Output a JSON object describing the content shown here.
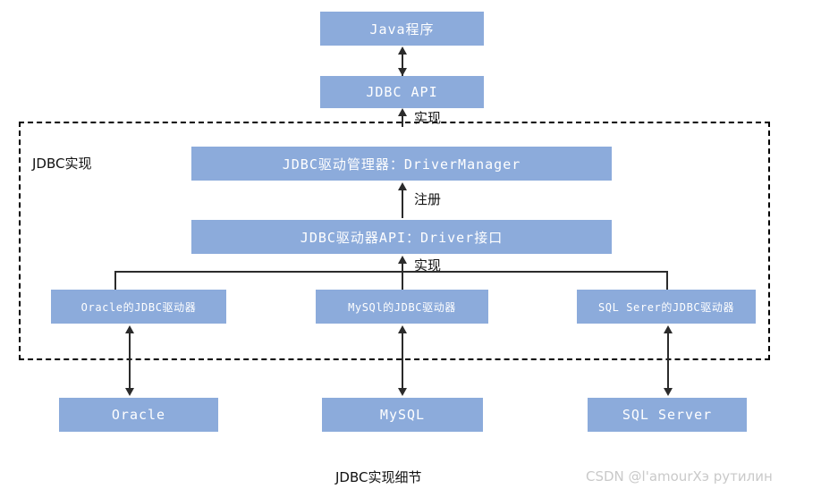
{
  "diagram": {
    "caption": "JDBC实现细节",
    "watermark": "CSDN @l'amourXэ рутилин",
    "region_label": "JDBC实现",
    "accent_color": "#8cabdb",
    "line_color": "#2b2b2b",
    "text_color": "#111111",
    "nodes": {
      "java_app": "Java程序",
      "jdbc_api": "JDBC API",
      "driver_manager": "JDBC驱动管理器：DriverManager",
      "driver_api": "JDBC驱动器API：Driver接口",
      "oracle_driver": "Oracle的JDBC驱动器",
      "mysql_driver": "MySQl的JDBC驱动器",
      "sqlserver_driver": "SQL Serer的JDBC驱动器",
      "oracle_db": "Oracle",
      "mysql_db": "MySQL",
      "sqlserver_db": "SQL Server"
    },
    "edge_labels": {
      "api_to_region": "实现",
      "driverapi_to_manager": "注册",
      "drivers_to_driverapi": "实现"
    }
  }
}
